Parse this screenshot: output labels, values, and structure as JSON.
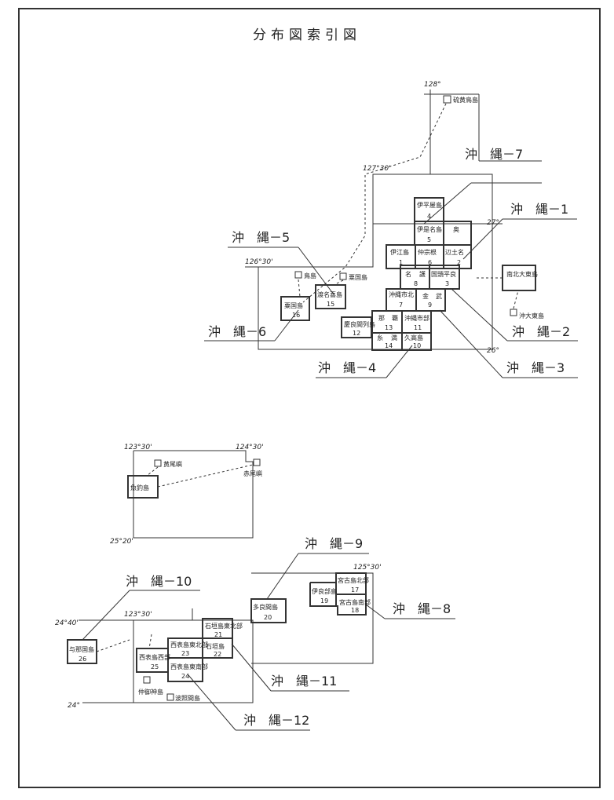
{
  "title": "分布図索引図",
  "sheets": {
    "s1": "沖　縄－1",
    "s2": "沖　縄－2",
    "s3": "沖　縄－3",
    "s4": "沖　縄－4",
    "s5": "沖　縄－5",
    "s6": "沖　縄－6",
    "s7": "沖　縄－7",
    "s8": "沖　縄－8",
    "s9": "沖　縄－9",
    "s10": "沖　縄－10",
    "s11": "沖　縄－11",
    "s12": "沖　縄－12"
  },
  "coords": {
    "c128": "128°",
    "c12730": "127°30'",
    "c27": "27°",
    "c12630": "126°30'",
    "c26": "26°",
    "c12330a": "123°30'",
    "c12430": "124°30'",
    "c2520": "25°20'",
    "c2440": "24°40'",
    "c12330b": "123°30'",
    "c24": "24°",
    "c12530": "125°30'"
  },
  "cells": {
    "n1": "伊平屋島",
    "i1": "4",
    "n2": "伊是名島",
    "i2": "5",
    "n3": "奥",
    "n4": "伊江島",
    "i4": "1",
    "n5": "仲宗根",
    "i5": "6",
    "n6": "辺土名",
    "i6": "2",
    "n7": "名",
    "n7b": "護",
    "i7": "8",
    "n8": "国頭平良",
    "i8": "3",
    "n9": "沖縄市北",
    "i9": "7",
    "n10": "金",
    "n10b": "武",
    "i10": "9",
    "n11": "那",
    "n11b": "覇",
    "i11": "13",
    "n12": "沖縄市部",
    "i12": "11",
    "n13": "糸",
    "n13b": "満",
    "i13": "14",
    "n14": "久高島",
    "i14": "10",
    "n15": "慶良間列島",
    "i15": "12",
    "n16": "粟国島",
    "i16": "16",
    "n17": "渡名喜島",
    "i17": "15",
    "n18": "鳥島",
    "n19": "粟国島",
    "n20": "南北大東島",
    "n21": "沖大東島",
    "n22": "硫黄鳥島",
    "n23": "黄尾嶼",
    "n24": "魚釣島",
    "n25": "赤尾嶼",
    "n26": "多良間島",
    "i26": "20",
    "n27": "伊良部島",
    "i27": "19",
    "n28": "宮古島北部",
    "i28": "17",
    "n29": "宮古島南部",
    "i29": "18",
    "n30": "与那国島",
    "i30": "26",
    "n31": "石垣島東北部",
    "i31": "21",
    "n32": "石垣島",
    "i32": "22",
    "n33": "西表島東北部",
    "i33": "23",
    "n34": "西表島西部",
    "i34": "25",
    "n35": "西表島東南部",
    "i35": "24",
    "n36": "仲御神島",
    "n37": "波照間島"
  }
}
